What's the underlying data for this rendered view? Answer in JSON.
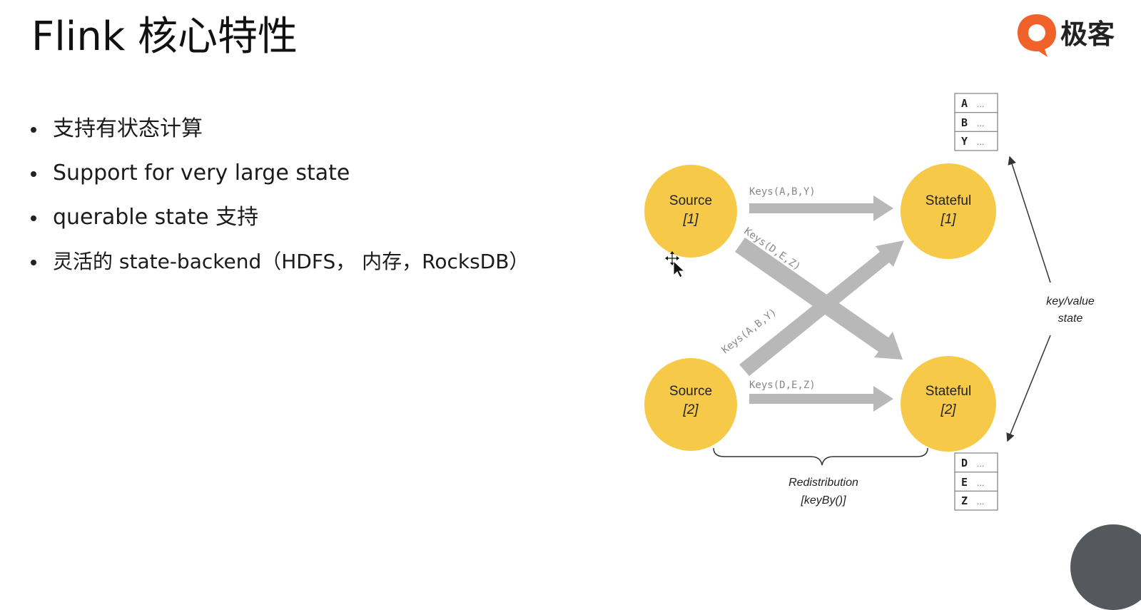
{
  "slide": {
    "title": "Flink 核心特性",
    "logo_text": "极客",
    "bullets": [
      "支持有状态计算",
      "Support for very large state",
      "querable state 支持",
      "灵活的 state-backend（HDFS， 内存，RocksDB）"
    ]
  },
  "diagram": {
    "nodes": {
      "source1": {
        "line1": "Source",
        "line2": "[1]"
      },
      "source2": {
        "line1": "Source",
        "line2": "[2]"
      },
      "stateful1": {
        "line1": "Stateful",
        "line2": "[1]"
      },
      "stateful2": {
        "line1": "Stateful",
        "line2": "[2]"
      }
    },
    "edges": {
      "s1_to_st1": "Keys(A,B,Y)",
      "s1_to_st2": "Keys(D,E,Z)",
      "s2_to_st1": "Keys(A,B,Y)",
      "s2_to_st2": "Keys(D,E,Z)"
    },
    "state_table_top": {
      "keys": [
        "A",
        "B",
        "Y"
      ],
      "values": [
        "...",
        "...",
        "..."
      ]
    },
    "state_table_bottom": {
      "keys": [
        "D",
        "E",
        "Z"
      ],
      "values": [
        "...",
        "...",
        "..."
      ]
    },
    "kv_label": {
      "line1": "key/value",
      "line2": "state"
    },
    "redistribution": {
      "line1": "Redistribution",
      "line2": "[keyBy()]"
    }
  },
  "colors": {
    "node_fill": "#f7c948",
    "arrow": "#b8b8b8",
    "logo_accent": "#f0622a"
  }
}
